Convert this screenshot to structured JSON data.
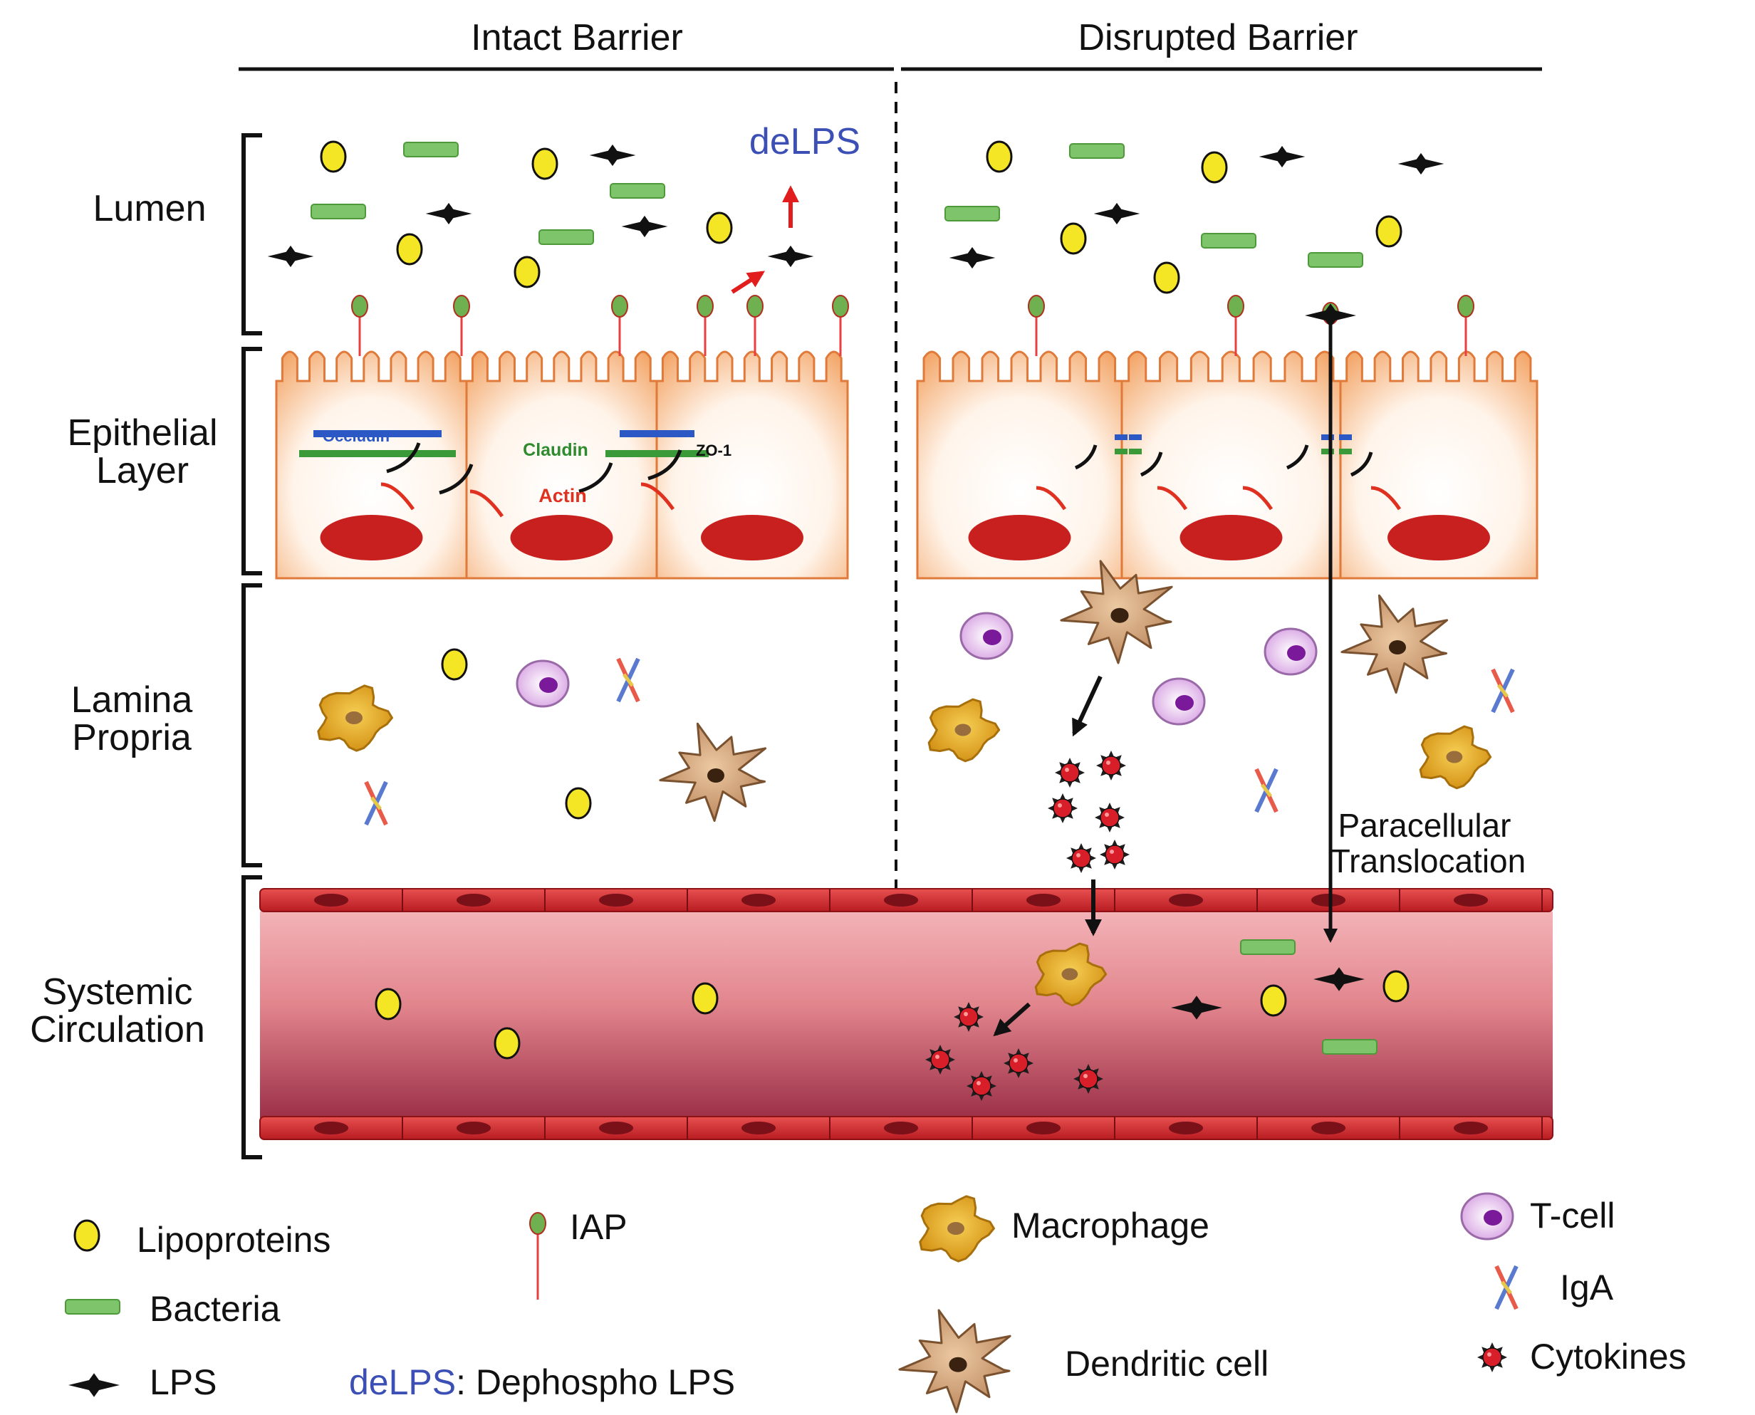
{
  "headers": {
    "intact": "Intact Barrier",
    "disrupted": "Disrupted Barrier"
  },
  "layers": {
    "lumen": "Lumen",
    "epithelial_1": "Epithelial",
    "epithelial_2": "Layer",
    "lamina_1": "Lamina",
    "lamina_2": "Propria",
    "systemic_1": "Systemic",
    "systemic_2": "Circulation"
  },
  "labels": {
    "delps": "deLPS",
    "occludin": "Occludin",
    "claudin": "Claudin",
    "zo1": "ZO-1",
    "actin": "Actin",
    "paracellular_1": "Paracellular",
    "paracellular_2": "Translocation"
  },
  "legend": {
    "lipoproteins": "Lipoproteins",
    "bacteria": "Bacteria",
    "lps": "LPS",
    "iap": "IAP",
    "delps_key": "deLPS",
    "delps_rest": ": Dephospho LPS",
    "macrophage": "Macrophage",
    "dendritic": "Dendritic cell",
    "tcell": "T-cell",
    "iga": "IgA",
    "cytokines": "Cytokines"
  },
  "colors": {
    "lipoprotein": "#f5e625",
    "bacteria": "#7ec46a",
    "delps": "#3b4fb5",
    "occludin": "#2b58c4",
    "claudin": "#3a9a3a",
    "actin": "#e03020",
    "cell_border": "#e07a3a",
    "nucleus": "#c8201e",
    "vessel_wall": "#d93030",
    "vessel_lumen": "#d9707a",
    "macrophage": "#e6ac2e",
    "dendritic": "#d9a878",
    "tcell": "#e3c1ea",
    "cytokine": "#d81e28"
  }
}
